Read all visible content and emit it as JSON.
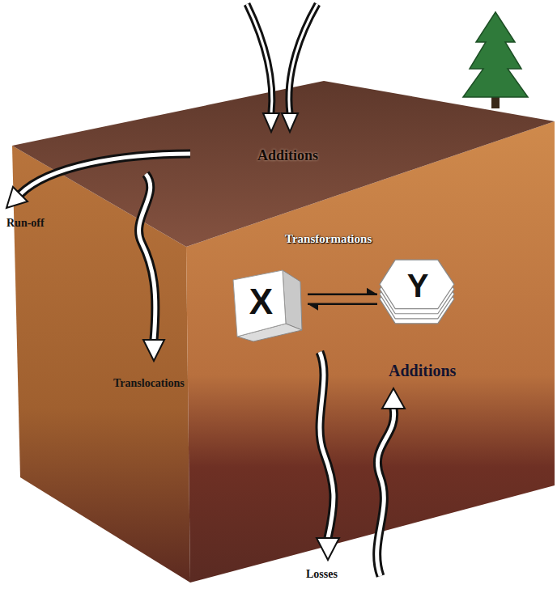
{
  "diagram": {
    "nodes": [
      {
        "text": [
          "X"
        ]
      },
      {
        "text": [
          "Y"
        ]
      }
    ],
    "edges": [
      {
        "from": 0,
        "to": 1,
        "arrow": "both"
      }
    ],
    "labels": [
      "Additions",
      "Run-off",
      "Transformations",
      "Translocations",
      "Additions",
      "Losses"
    ]
  }
}
